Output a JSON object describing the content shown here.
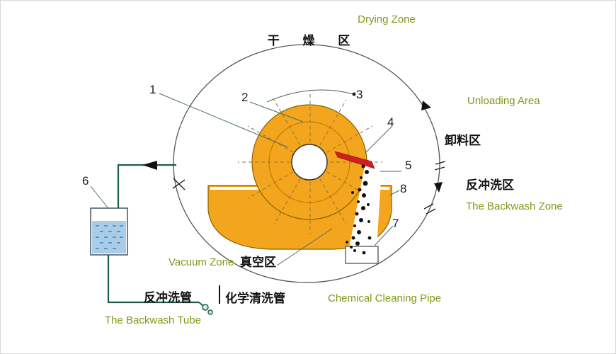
{
  "labels": {
    "drying_zone_en": "Drying Zone",
    "drying_zone_zh": "干 燥 区",
    "unloading_en": "Unloading Area",
    "unloading_zh": "卸料区",
    "backwash_zone_zh": "反冲洗区",
    "backwash_zone_en": "The Backwash Zone",
    "vacuum_zone_en": "Vacuum Zone",
    "vacuum_zone_zh": "真空区",
    "backwash_tube_zh": "反冲洗管",
    "chemical_pipe_zh": "化学清洗管",
    "chemical_pipe_en": "Chemical Cleaning Pipe",
    "backwash_tube_en": "The Backwash Tube"
  },
  "callouts": {
    "c1": "1",
    "c2": "2",
    "c3": "3",
    "c4": "4",
    "c5": "5",
    "c6": "6",
    "c7": "7",
    "c8": "8"
  },
  "colors": {
    "drum": "#f2a51d",
    "blade": "#d11f1f",
    "pipe": "#1e5c4e",
    "label_green": "#7c9a18",
    "liquid": "#a9cde9",
    "outline": "#444444"
  }
}
